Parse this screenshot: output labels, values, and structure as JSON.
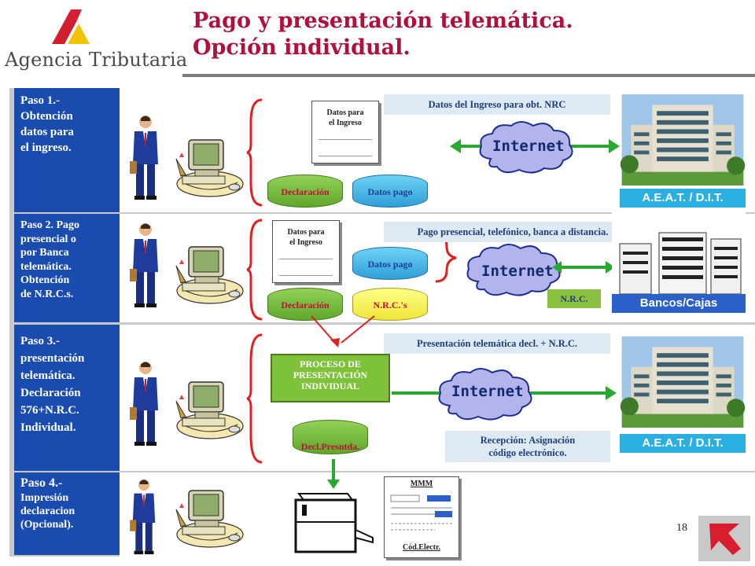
{
  "header": {
    "logo_text": "Agencia Tributaria",
    "title_line1": "Pago y presentación telemática.",
    "title_line2": "Opción individual."
  },
  "steps": [
    {
      "label": "Paso 1.-\nObtención\ndatos para\nel ingreso."
    },
    {
      "label": "Paso 2. Pago\npresencial o\npor Banca\ntelemática.\nObtención\nde N.R.C.s."
    },
    {
      "label": "Paso 3.-\npresentación\ntelemática.\nDeclaración\n576+N.R.C.\nIndividual."
    },
    {
      "label_head": "Paso 4.-",
      "label": "Impresión\ndeclaracion\n(Opcional)."
    }
  ],
  "row1": {
    "doc_label": "Datos para\nel Ingreso",
    "cyl_left": "Declaración",
    "cyl_right": "Datos pago",
    "banner": "Datos del Ingreso para obt. NRC",
    "cloud": "Internet",
    "building_label": "A.E.A.T. / D.I.T."
  },
  "row2": {
    "doc_label": "Datos para\nel Ingreso",
    "cyl_left": "Declaración",
    "cyl_top": "Datos pago",
    "cyl_yellow": "N.R.C.'s",
    "banner": "Pago presencial, telefónico, banca a distancia.",
    "cloud": "Internet",
    "nrc_label": "N.R.C.",
    "building_label": "Bancos/Cajas"
  },
  "row3": {
    "banner": "Presentación telemática decl. + N.R.C.",
    "process": "PROCESO DE\nPRESENTACIÓN\nINDIVIDUAL",
    "cloud": "Internet",
    "cyl_label": "Decl.Presntda.",
    "reception": "Recepción: Asignación\ncódigo electrónico.",
    "building_label": "A.E.A.T. / D.I.T."
  },
  "row4": {
    "doc_head": "MMM",
    "doc_footer": "Cód.Electr."
  },
  "footer": {
    "page_number": "18"
  },
  "colors": {
    "title": "#b0103a",
    "step_bg": "#1a4cb0",
    "bracket": "#e02020",
    "arrow": "#2aa830"
  }
}
